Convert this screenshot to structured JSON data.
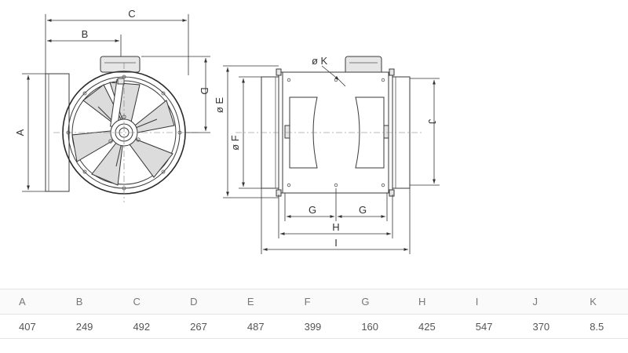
{
  "drawing_labels": {
    "A": "A",
    "B": "B",
    "C": "C",
    "D": "D",
    "E": "ø E",
    "F": "ø F",
    "G1": "G",
    "G2": "G",
    "H": "H",
    "I": "I",
    "J": "J",
    "K": "ø K"
  },
  "table": {
    "headers": [
      "A",
      "B",
      "C",
      "D",
      "E",
      "F",
      "G",
      "H",
      "I",
      "J",
      "K"
    ],
    "values": [
      "407",
      "249",
      "492",
      "267",
      "487",
      "399",
      "160",
      "425",
      "547",
      "370",
      "8.5"
    ]
  }
}
